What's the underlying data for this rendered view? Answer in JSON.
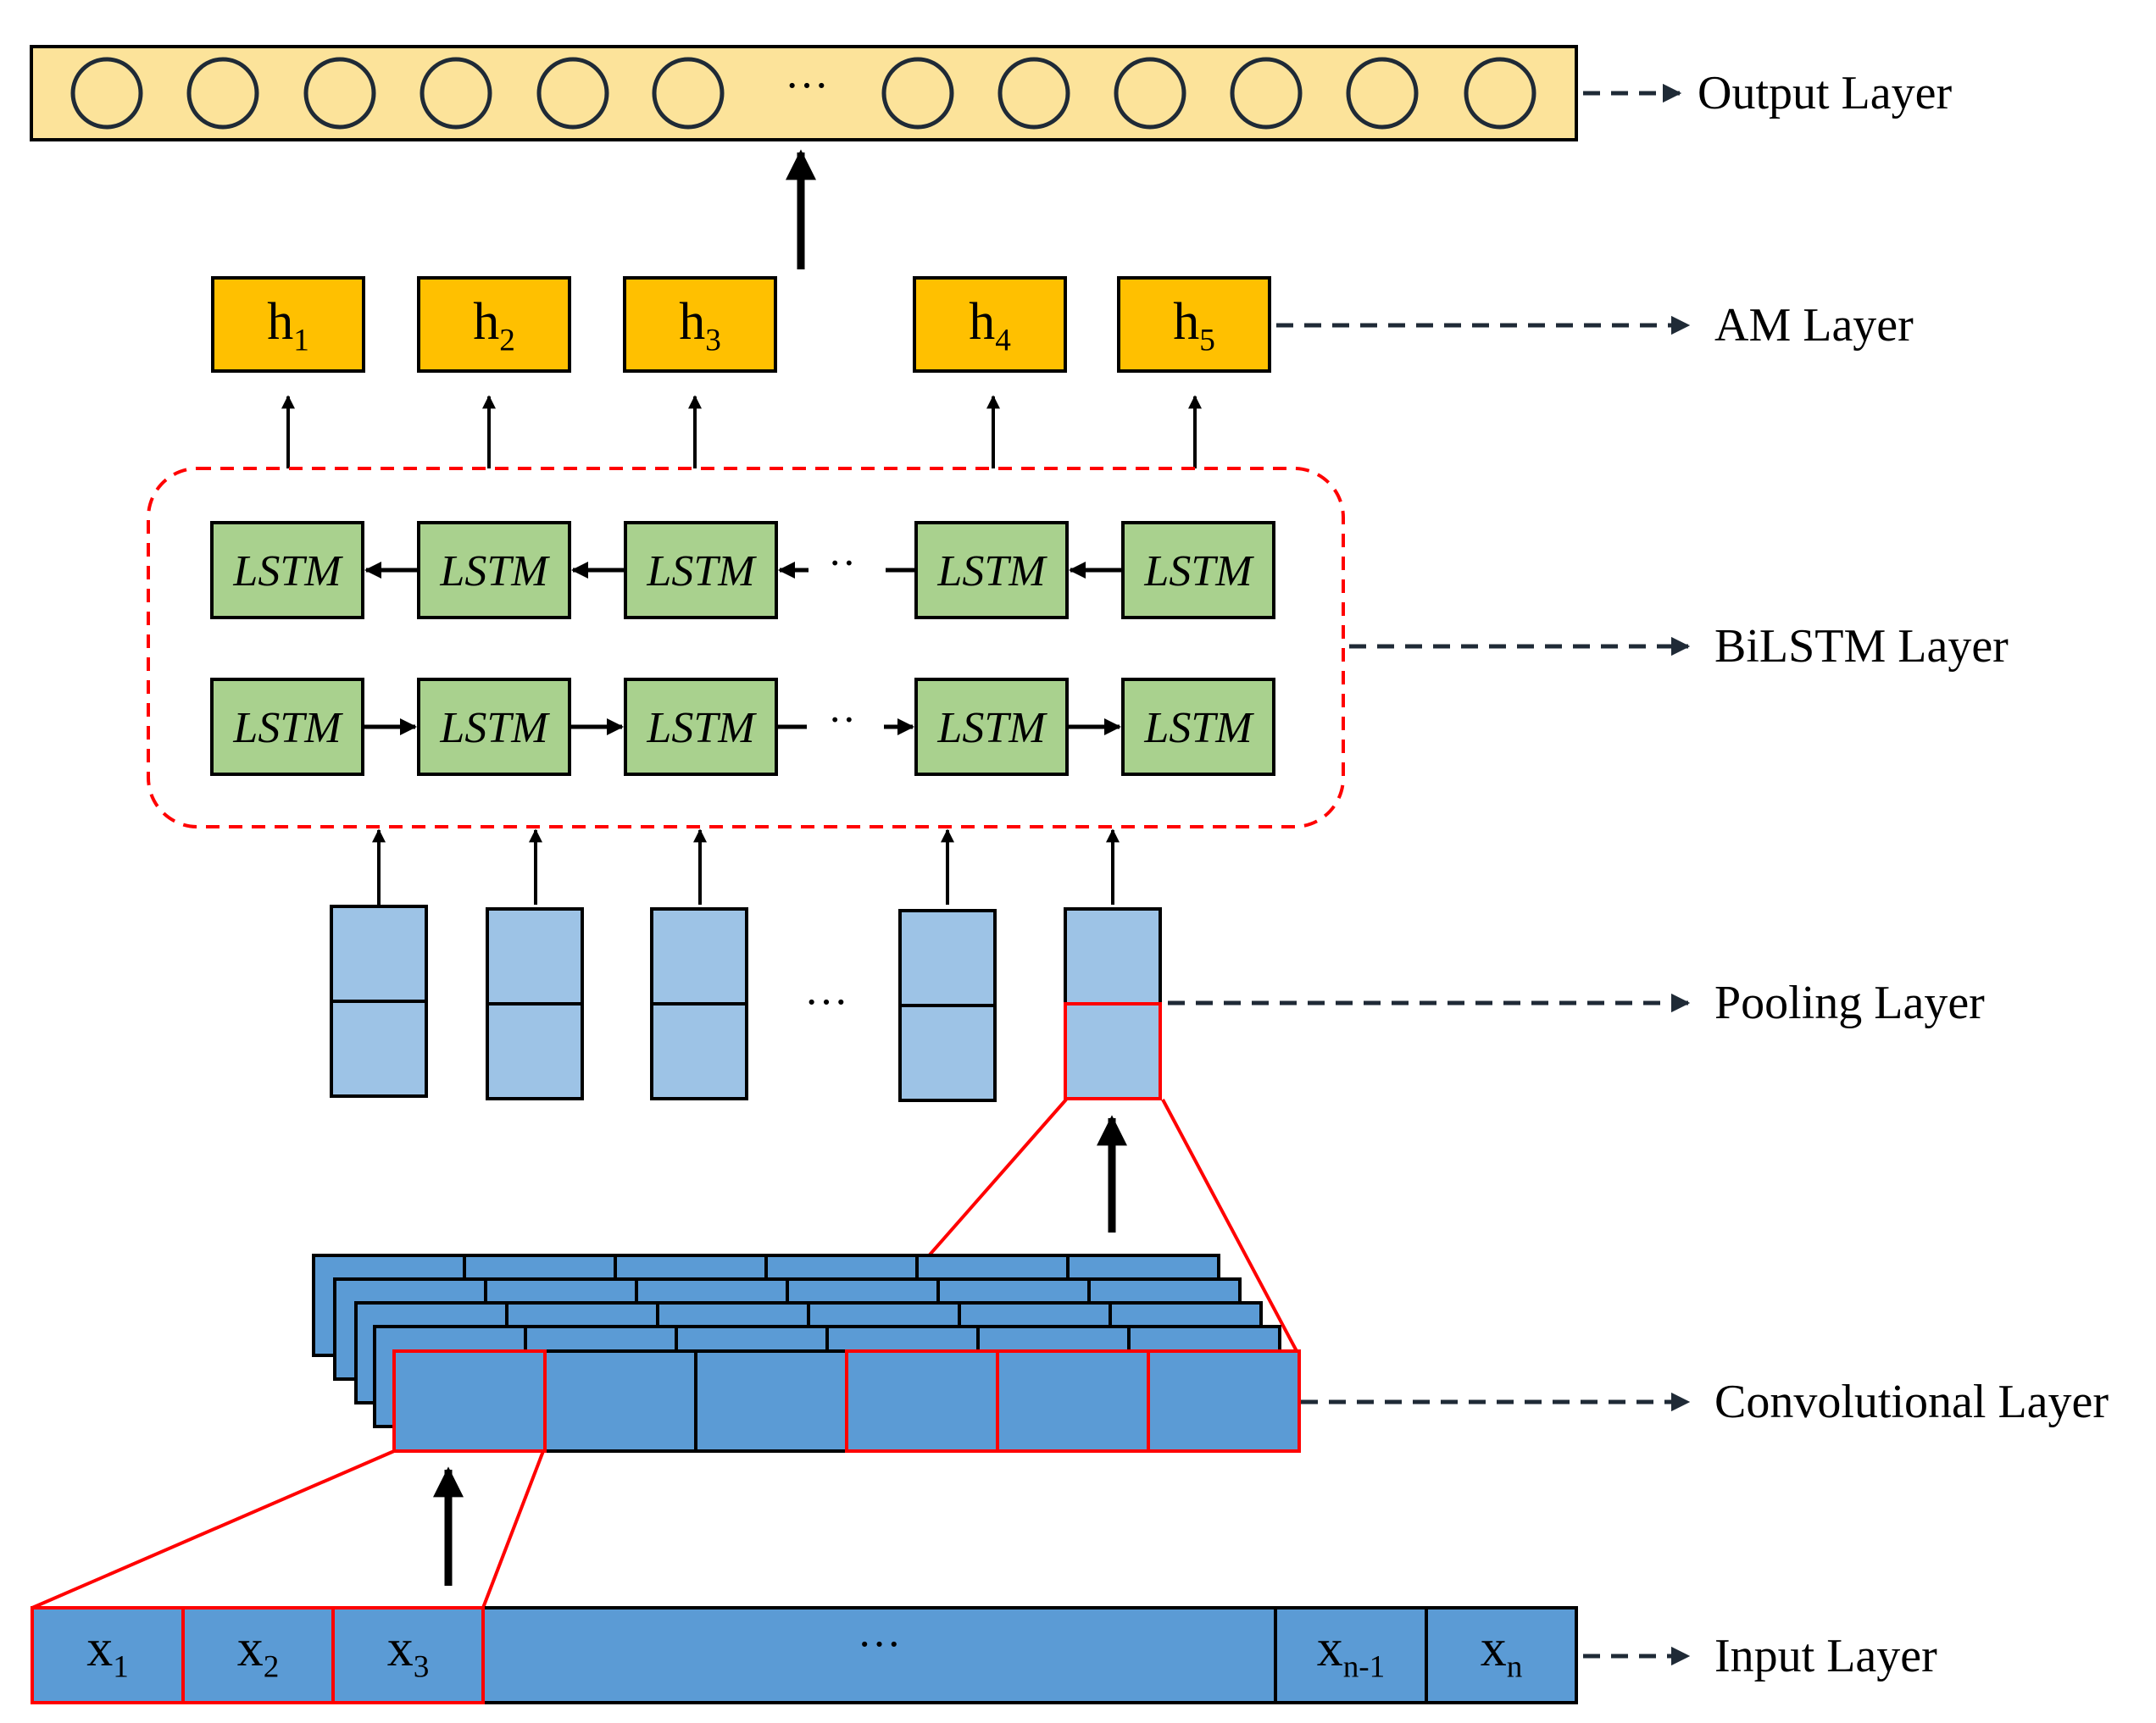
{
  "layers": {
    "output": "Output Layer",
    "am": "AM Layer",
    "bilstm": "BiLSTM Layer",
    "pooling": "Pooling Layer",
    "conv": "Convolutional Layer",
    "input": "Input Layer"
  },
  "output_layer": {
    "ellipsis": "···"
  },
  "am_nodes": [
    {
      "base": "h",
      "sub": "1"
    },
    {
      "base": "h",
      "sub": "2"
    },
    {
      "base": "h",
      "sub": "3"
    },
    {
      "base": "h",
      "sub": "4"
    },
    {
      "base": "h",
      "sub": "5"
    }
  ],
  "lstm_label": "LSTM",
  "bilstm_ellipsis": "··",
  "pooling_ellipsis": "···",
  "input_cells": [
    {
      "base": "x",
      "sub": "1"
    },
    {
      "base": "x",
      "sub": "2"
    },
    {
      "base": "x",
      "sub": "3"
    },
    {
      "base": "",
      "sub": "",
      "text": "···"
    },
    {
      "base": "x",
      "sub": "n-1"
    },
    {
      "base": "x",
      "sub": "n"
    }
  ],
  "colors": {
    "output_fill": "#FCE39A",
    "am_fill": "#FFC000",
    "lstm_fill": "#A9D18E",
    "pool_fill": "#9DC3E6",
    "conv_fill": "#5B9BD5",
    "highlight": "#FF0000",
    "dash": "#1F2A36"
  }
}
